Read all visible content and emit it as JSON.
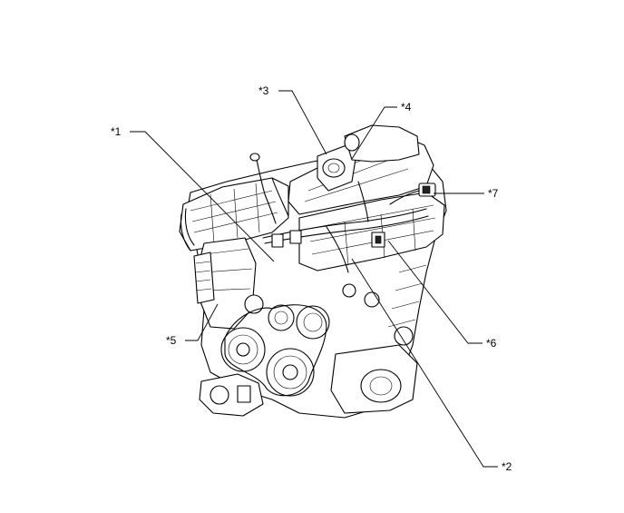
{
  "callouts": {
    "c1": "*1",
    "c2": "*2",
    "c3": "*3",
    "c4": "*4",
    "c5": "*5",
    "c6": "*6",
    "c7": "*7"
  }
}
